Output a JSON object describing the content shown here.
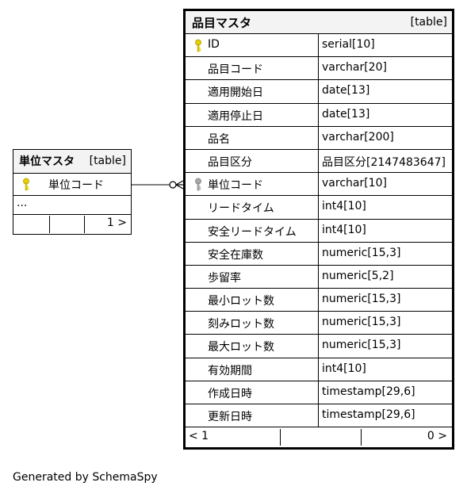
{
  "main_table": {
    "name": "品目マスタ",
    "kind": "[table]",
    "columns": [
      {
        "name": "ID",
        "type": "serial[10]",
        "key": "primary"
      },
      {
        "name": "品目コード",
        "type": "varchar[20]",
        "key": ""
      },
      {
        "name": "適用開始日",
        "type": "date[13]",
        "key": ""
      },
      {
        "name": "適用停止日",
        "type": "date[13]",
        "key": ""
      },
      {
        "name": "品名",
        "type": "varchar[200]",
        "key": ""
      },
      {
        "name": "品目区分",
        "type": "品目区分[2147483647]",
        "key": ""
      },
      {
        "name": "単位コード",
        "type": "varchar[10]",
        "key": "foreign"
      },
      {
        "name": "リードタイム",
        "type": "int4[10]",
        "key": ""
      },
      {
        "name": "安全リードタイム",
        "type": "int4[10]",
        "key": ""
      },
      {
        "name": "安全在庫数",
        "type": "numeric[15,3]",
        "key": ""
      },
      {
        "name": "歩留率",
        "type": "numeric[5,2]",
        "key": ""
      },
      {
        "name": "最小ロット数",
        "type": "numeric[15,3]",
        "key": ""
      },
      {
        "name": "刻みロット数",
        "type": "numeric[15,3]",
        "key": ""
      },
      {
        "name": "最大ロット数",
        "type": "numeric[15,3]",
        "key": ""
      },
      {
        "name": "有効期間",
        "type": "int4[10]",
        "key": ""
      },
      {
        "name": "作成日時",
        "type": "timestamp[29,6]",
        "key": ""
      },
      {
        "name": "更新日時",
        "type": "timestamp[29,6]",
        "key": ""
      }
    ],
    "footer_left": "< 1",
    "footer_right": "0 >"
  },
  "unit_table": {
    "name": "単位マスタ",
    "kind": "[table]",
    "column": "単位コード",
    "more": "...",
    "footer_right": "1 >"
  },
  "footer_note": "Generated by SchemaSpy",
  "colors": {
    "header_bg": "#f3f3f3",
    "primary_key_icon": "#e8d000",
    "foreign_key_icon": "#aaaaaa"
  },
  "icons": {
    "primary": "primary-key-icon",
    "foreign": "foreign-key-icon"
  }
}
